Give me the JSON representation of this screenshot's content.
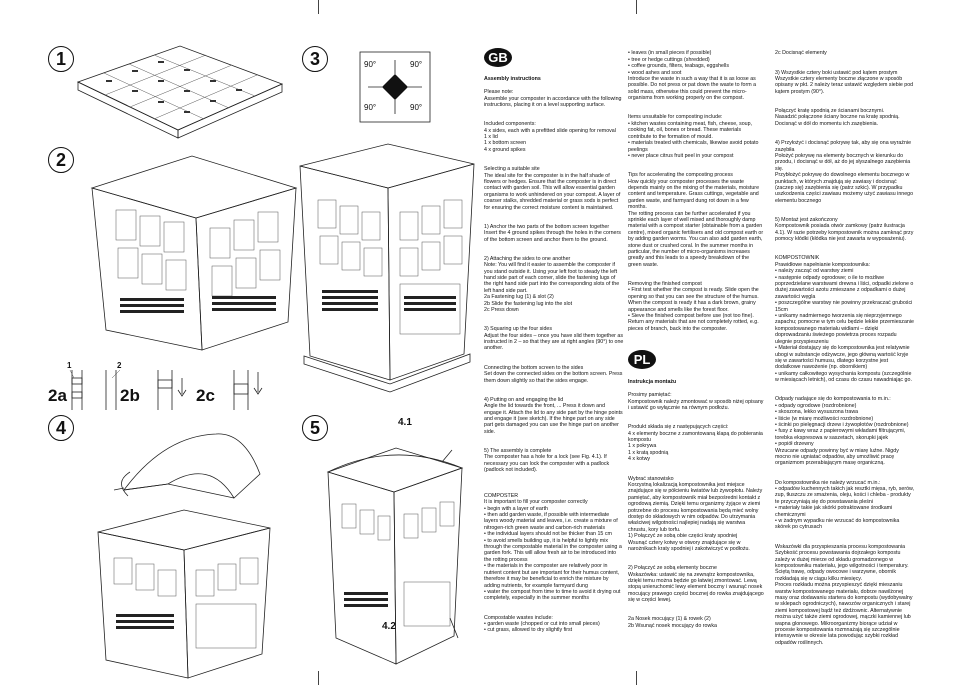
{
  "steps": {
    "s1": "1",
    "s2": "2",
    "s3": "3",
    "s4": "4",
    "s5": "5",
    "s2a": "2a",
    "s2b": "2b",
    "s2c": "2c",
    "n1": "1",
    "n2": "2",
    "c41": "4.1",
    "c42": "4.2"
  },
  "angles": [
    "90°",
    "90°",
    "90°",
    "90°"
  ],
  "langs": {
    "gb": "GB",
    "pl": "PL"
  },
  "col1": [
    {
      "t": "Assembly instructions",
      "h": true
    },
    {
      "t": "Please note:\nAssemble your composter in accordance with the following instructions, placing it on a level supporting surface."
    },
    {
      "t": "\nIncluded components:\n4 x sides, each with a prefitted slide opening for removal\n1 x lid\n1 x bottom screen\n4 x ground spikes"
    },
    {
      "t": "\nSelecting a suitable site\nThe ideal site for the composter is in the half shade of flowers or hedges. Ensure that the composter is in direct contact with garden soil. This will allow essential garden organisms to work unhindered on your compost. A layer of coarser stalks, shredded material or grass sods is perfect for ensuring the correct moisture content is maintained."
    },
    {
      "t": "\n1) Anchor the two parts of the bottom screen together\nInsert the 4 ground spikes through the holes in the corners of the bottom screen and anchor them to the ground."
    },
    {
      "t": "\n2) Attaching the sides to one another\nNote: You will find it easier to assemble the composter if you stand outside it. Using your left foot to steady the left hand side part of each corner, slide the fastening lugs of the right hand side part into the corresponding slots of the left hand side part.\n2a Fastening lug (1) & slot (2)\n2b Slide the fastening lug into the slot\n2c Press down"
    },
    {
      "t": "\n3) Squaring up the four sides\nAdjust the four sides – once you have slid them together as instructed in 2 – so that they are at right angles (90°) to one another."
    },
    {
      "t": "\nConnecting the bottom screen to the sides\nSet down the connected sides on the bottom screen. Press them down slightly so that the sides engage."
    },
    {
      "t": "\n4)  Putting on and engaging the lid\nAngle the lid towards the front, ... Press it down and engage it. Attach the lid to any side part by the hinge points and engage it (see sketch). If the hinge part on any side part gets damaged you can use the hinge part on another side."
    },
    {
      "t": "\n5) The assembly is complete\nThe composter has a hole for a lock (see Fig. 4.1). If necessary you can lock the composter with a padlock (padlock not included)."
    },
    {
      "t": "\n\nCOMPOSTER\nIt is important to fill your composter correctly\n• begin with a layer of earth\n• then add garden waste, if possible with intermediate layers woody material and leaves, i.e. create a mixture of nitrogen-rich green waste and carbon-rich materials\n• the individual layers should not be thicker than 15 cm\n• to avoid smells building up, it is helpful to lightly mix through the compostable material in the composter using a garden fork. This will allow fresh air to be introduced into the rotting process\n• the materials in the composter are relatively poor in nutrient content but are important for their humus content, therefore it may be beneficial to enrich the mixture by adding nutrients, for example farmyard dung\n• water the compost from time to time to avoid it drying out completely, especially in the summer months"
    },
    {
      "t": "\nCompostable wastes include:\n• garden waste (chopped or cut into small pieces)\n• cut grass, allowed to dry slightly first"
    }
  ],
  "col2a": [
    {
      "t": "• leaves (in small pieces if possible)\n• tree or hedge cuttings (shredded)\n• coffee grounds, filters, teabags, eggshells\n• wood ashes and soot\nIntroduce the waste in such a way that it is as loose as possible. Do not press or pat down the waste to form a solid mass, otherwise this could prevent the micro-organisms from working properly on the compost."
    },
    {
      "t": "\nItems unsuitable for composting include:\n• kitchen wastes containing meat, fish, cheese, soup, cooking fat, oil, bones or bread. These materials contribute to the formation of mould.\n• materials treated with chemicals, likewise avoid potato peelings\n• never place citrus fruit peel in your compost"
    },
    {
      "t": "\nTips for accelerating the composting process\nHow quickly your composter processes the waste depends mainly on the mixing of the materials, moisture content and temperature. Grass cuttings, vegetable and garden waste, and farmyard dung rot down in a few months.\nThe rotting process can be further accelerated if you sprinkle each layer of well mixed and thoroughly damp material with a compost starter (obtainable from a garden centre), mixed organic fertilisers and old compost earth or by adding garden worms. You can also add garden earth, stone dust or crushed coral. In the summer months in particular, the number of micro-organisms increases greatly and this leads to a speedy breakdown of the green waste."
    },
    {
      "t": "\nRemoving the finished compost\n• First test whether the compost is ready. Slide open the opening so that you can see the structure of the humus. When the compost is ready it has a dark brown, grainy appearance and smells like the forest floor.\n• Sieve the finished compost before use (not too fine). Return any materials that are not completely rotted, e.g. pieces of branch, back into the composter."
    }
  ],
  "col2b": [
    {
      "t": "Instrukcja montażu",
      "h": true
    },
    {
      "t": "Prosimy pamiętać:\nKompostownik należy zmontować w sposób niżej opisany i ustawić go wyłącznie na równym podłożu."
    },
    {
      "t": "\nProdukt składa się z następujących części:\n4 x elementy boczne z zamontowaną klapą do pobierania kompostu\n1 x pokrywa\n1 x kratą spodnią\n4 x kotwy"
    },
    {
      "t": "\nWybrać stanowisko\nKorzystną lokalizacją kompostownika jest miejsce znajdujące się w półcieniu kwiatów lub żywopłotu. Należy pamiętać, aby kompostownik miał bezpośredni kontakt z ogrodową ziemią. Dzięki temu organizmy żyjące w ziemi potrzebne do procesu kompostowania będą mieć wolny dostęp do składowych w nim odpadów. Do utrzymania właściwej wilgotności najlepiej nadają się warstwa chrustu, kory lub torfu.\n1)  Połączyć ze sobą obie części kraty spodniej\nWsunąć cztery kotwy w otwory znajdujące się w narożnikach kraty spodniej i zakotwiczyć w podłożu."
    },
    {
      "t": "\n2)  Połączyć ze sobą elementy boczne\nWskazówka: ustawić się na zewnątrz kompostownika, dzięki temu można będzie go łatwiej zmontować. Lewą stopą unieruchomić lewy element boczny i wsunąć nosek mocujący prawego części bocznej do rowka znajdującego się w części lewej."
    },
    {
      "t": "\n2a Nosek mocujący (1) & rowek (2)\n2b Wsunąć nosek mocujący do rowka"
    }
  ],
  "col3": [
    {
      "t": "2c Docisnąć elementy"
    },
    {
      "t": "\n3)  Wszystkie cztery boki ustawić pod kątem prostym\nWszystkie cztery elementy boczne złączone w sposób opisany w pkt. 2 należy teraz ustawić względem siebie pod kątem prostym (90°)."
    },
    {
      "t": "\nPołączyć kratę spodnią ze ścianami bocznymi.\nNasadzić połączone ściany boczne na kratę spodnią. Docisnąć w dół do momentu ich zazębienia."
    },
    {
      "t": "\n4)  Przyłożyć i docisnąć pokrywę tak, aby się ona wyraźnie zazębiła\nPołożyć pokrywę na elementy bocznych w kierunku do przodu, i docisnąć w dół, aż do jej słyszalnego zazębienia się.\nPrzybłożyć pokrywę do dowolnego elementu bocznego w punktach, w których znajdują się zawiasy i docisnąć (zaczep się) zazębienia się (patrz szkic). W przypadku uszkodzenia części zawiasu możemy użyć zawiasu innego elementu bocznego"
    },
    {
      "t": "\n5)  Montaż jest zakończony\nKompostownik posiada otwór zamkowy (patrz ilustracja 4.1). W razie potrzeby kompostownik można zamknąć przy pomocy kłódki (kłódka nie jest zawarta w wyposażeniu)."
    },
    {
      "t": "\nKOMPOSTOWNIK\nPrawidłowe napełnianie kompostownika:\n• należy zacząć od warstwy ziemi\n• następnie odpady ogrodowe; o ile to możliwe poprzedzielane warstwami drewna i liści, odpadki zielone o dużej zawartości azotu zmieszane z odpadkami o dużej zawartości węgla\n• poszczególne warstwy nie powinny przekraczać grubości 15cm\n• unikamy nadmiernego tworzenia się nieprzyjemnego zapachu; pomocne w tym celu będzie lekkie przemieszanie kompostowanego materiału widłami – dzięki doprowadzaniu świeżego powietrza proces rozpadu ulegnie przyspieszeniu\n• Materiał dostający się do kompostownika jest relatywnie ubogi w substancje odżywcze, jego główną wartość kryje się w zawartości humusu, dlatego korzystne jest dodatkowe nawożenie (np. obornikiem)\n• unikamy całkowitego wysychania kompostu (szczególnie w miesiącach letnich), od czasu do czasu nawadniając go."
    },
    {
      "t": "\nOdpady nadające się do kompostowania to m.in.:\n• odpady ogrodowe (rozdrobnione)\n• skoszona, lekko wysuszona trawa\n• liście (w miarę możliwości rozdrobnione)\n• ścinki po pielęgnacji drzew i żywopłotów (rozdrobnione)\n• fusy z kawy wraz z papierowymi wkładami filtrującymi, torebka ekspresowa w saszetach, skorupki jajek\n• popiół drzewny\nWrzucane odpady powinny być w miarę luźne. Nigdy mocno nie ugniatać odpadów, aby umożliwić pracę organizmom przerabiającym masę organiczną."
    },
    {
      "t": "\nDo kompostownika nie należy wrzucać m.in.:\n• odpadów kuchennych takich jak resztki mięsa, ryb, serów, zup, tłuszczu ze smażenia, oleju, kości i chleba - produkty te przyczyniają się do powstawania pleśni\n• materiały takie jak skórki potraktowane środkami chemicznymi\n• w żadnym wypadku nie wrzucać do kompostownika skórek po cytrusach"
    },
    {
      "t": "\nWskazówki dla przyspieszania procesu kompostowania\nSzybkość procesu powstawania dojrzałego kompostu zależy w dużej mierze od składu gromadzonego w kompostowniku materiału, jego wilgotności i temperatury. Ściętą trawę, odpady owocowe i warzywne, obornik rozkładają się w ciągu kilku miesięcy.\nProces rozkładu można przyspieszyć dzięki mieszaniu warstw kompostowanego materiału, dobrze nawilżonej masy oraz dodawaniu startera do kompostu (wydobywalny w sklepach ogrodniczych), nawozów organicznych i starej ziemi kompostowej bądź też dżdżownic. Alternatywnie można użyć także ziemi ogrodowej, mączki kamiennej lub wapna glonowego. Mikroorganizmy biorące udział w procesie kompostowania rozmnażają się szczególnie intensywnie w okresie lata powodując szybki rozkład odpadów roślinnych."
    }
  ]
}
